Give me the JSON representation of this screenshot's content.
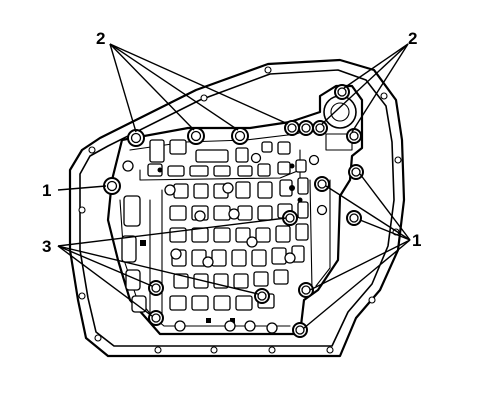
{
  "diagram": {
    "callouts": {
      "top_left": "2",
      "top_right": "2",
      "mid_left": "1",
      "lower_left": "3",
      "right": "1"
    }
  }
}
